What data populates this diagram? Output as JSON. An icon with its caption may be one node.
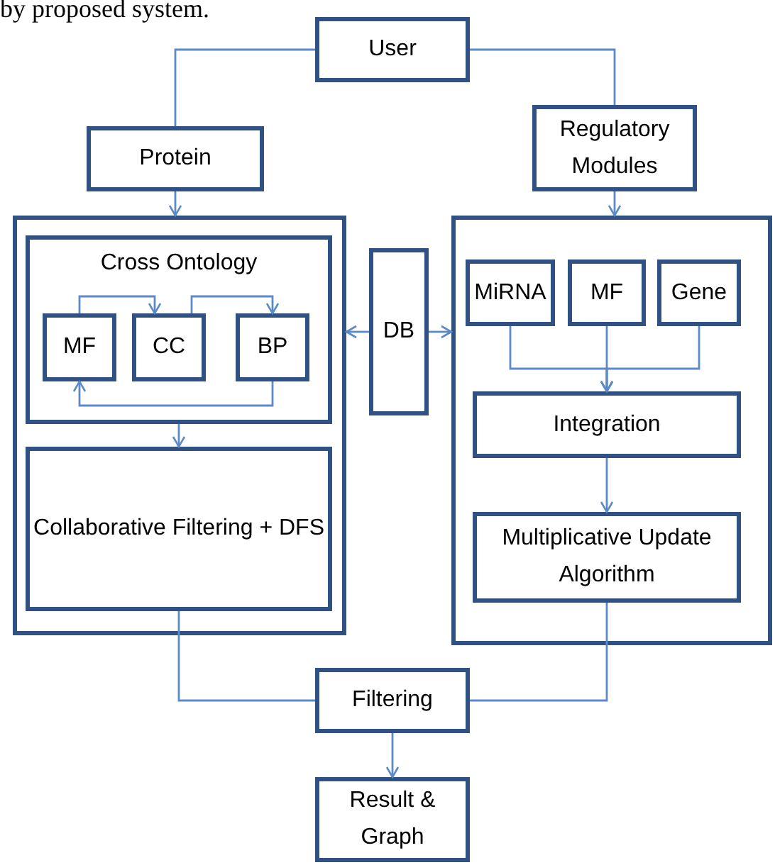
{
  "diagram": {
    "nodes": [
      {
        "text": [
          "User"
        ]
      },
      {
        "text": [
          "Protein"
        ]
      },
      {
        "text": [
          "Regulatory Modules"
        ]
      },
      {
        "text": [],
        "shape": "box"
      },
      {
        "text": [
          "Cross Ontology"
        ],
        "in": 3
      },
      {
        "text": [
          "MF"
        ],
        "in": 4
      },
      {
        "text": [
          "CC"
        ],
        "in": 4
      },
      {
        "text": [
          "BP"
        ],
        "in": 4
      },
      {
        "text": [
          "Collaborative Filtering + DFS"
        ],
        "in": 3
      },
      {
        "text": [
          "DB"
        ]
      },
      {
        "text": [],
        "shape": "box"
      },
      {
        "text": [
          "MiRNA"
        ],
        "in": 10
      },
      {
        "text": [
          "MF"
        ],
        "in": 10
      },
      {
        "text": [
          "Gene"
        ],
        "in": 10
      },
      {
        "text": [
          "Integration"
        ],
        "in": 10
      },
      {
        "text": [
          "Multiplicative Update Algorithm"
        ],
        "in": 10
      },
      {
        "text": [
          "Filtering"
        ]
      },
      {
        "text": [
          "Result & Graph"
        ]
      }
    ],
    "edges": [
      {
        "from": 0,
        "to": 1,
        "arrow": "none"
      },
      {
        "from": 0,
        "to": 2,
        "arrow": "none"
      },
      {
        "from": 1,
        "to": 3,
        "arrow": "to"
      },
      {
        "from": 2,
        "to": 10,
        "arrow": "to"
      },
      {
        "from": 5,
        "to": 6,
        "arrow": "to"
      },
      {
        "from": 6,
        "to": 7,
        "arrow": "to"
      },
      {
        "from": 7,
        "to": 5,
        "arrow": "to"
      },
      {
        "from": 4,
        "to": 8,
        "arrow": "to"
      },
      {
        "from": 9,
        "to": 3,
        "arrow": "to"
      },
      {
        "from": 9,
        "to": 10,
        "arrow": "to"
      },
      {
        "from": 11,
        "to": 14,
        "arrow": "to"
      },
      {
        "from": 12,
        "to": 14,
        "arrow": "to"
      },
      {
        "from": 13,
        "to": 14,
        "arrow": "to"
      },
      {
        "from": 14,
        "to": 15,
        "arrow": "to"
      },
      {
        "from": 8,
        "to": 16,
        "arrow": "none"
      },
      {
        "from": 15,
        "to": 16,
        "arrow": "none"
      },
      {
        "from": 16,
        "to": 17,
        "arrow": "to"
      }
    ],
    "labels": [
      "by proposed system."
    ]
  }
}
